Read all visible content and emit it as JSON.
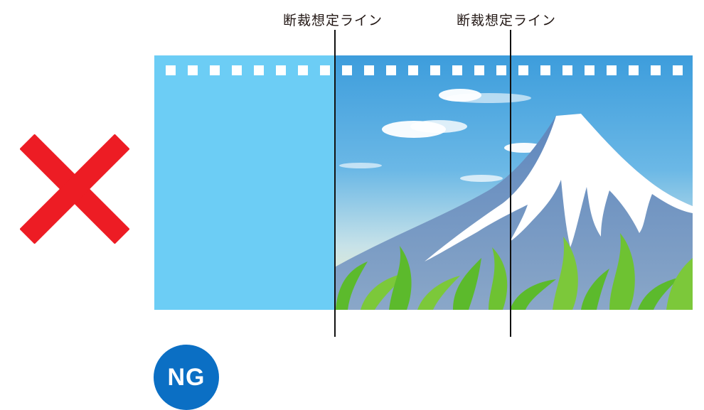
{
  "cut_lines": {
    "left_label": "断裁想定ライン",
    "right_label": "断裁想定ライン"
  },
  "badge": {
    "text": "NG"
  },
  "colors": {
    "x_mark": "#ed1c24",
    "badge": "#0b6fc4",
    "bleed_fill": "#6ccdf5",
    "sky_top": "#49a6de",
    "sky_bottom": "#f3f0c6",
    "mountain": "#6f92c0",
    "snow": "#ffffff",
    "leaf": "#5cba2c"
  },
  "icons": {
    "x_mark": "cross-mark-icon",
    "badge": "ng-badge"
  }
}
